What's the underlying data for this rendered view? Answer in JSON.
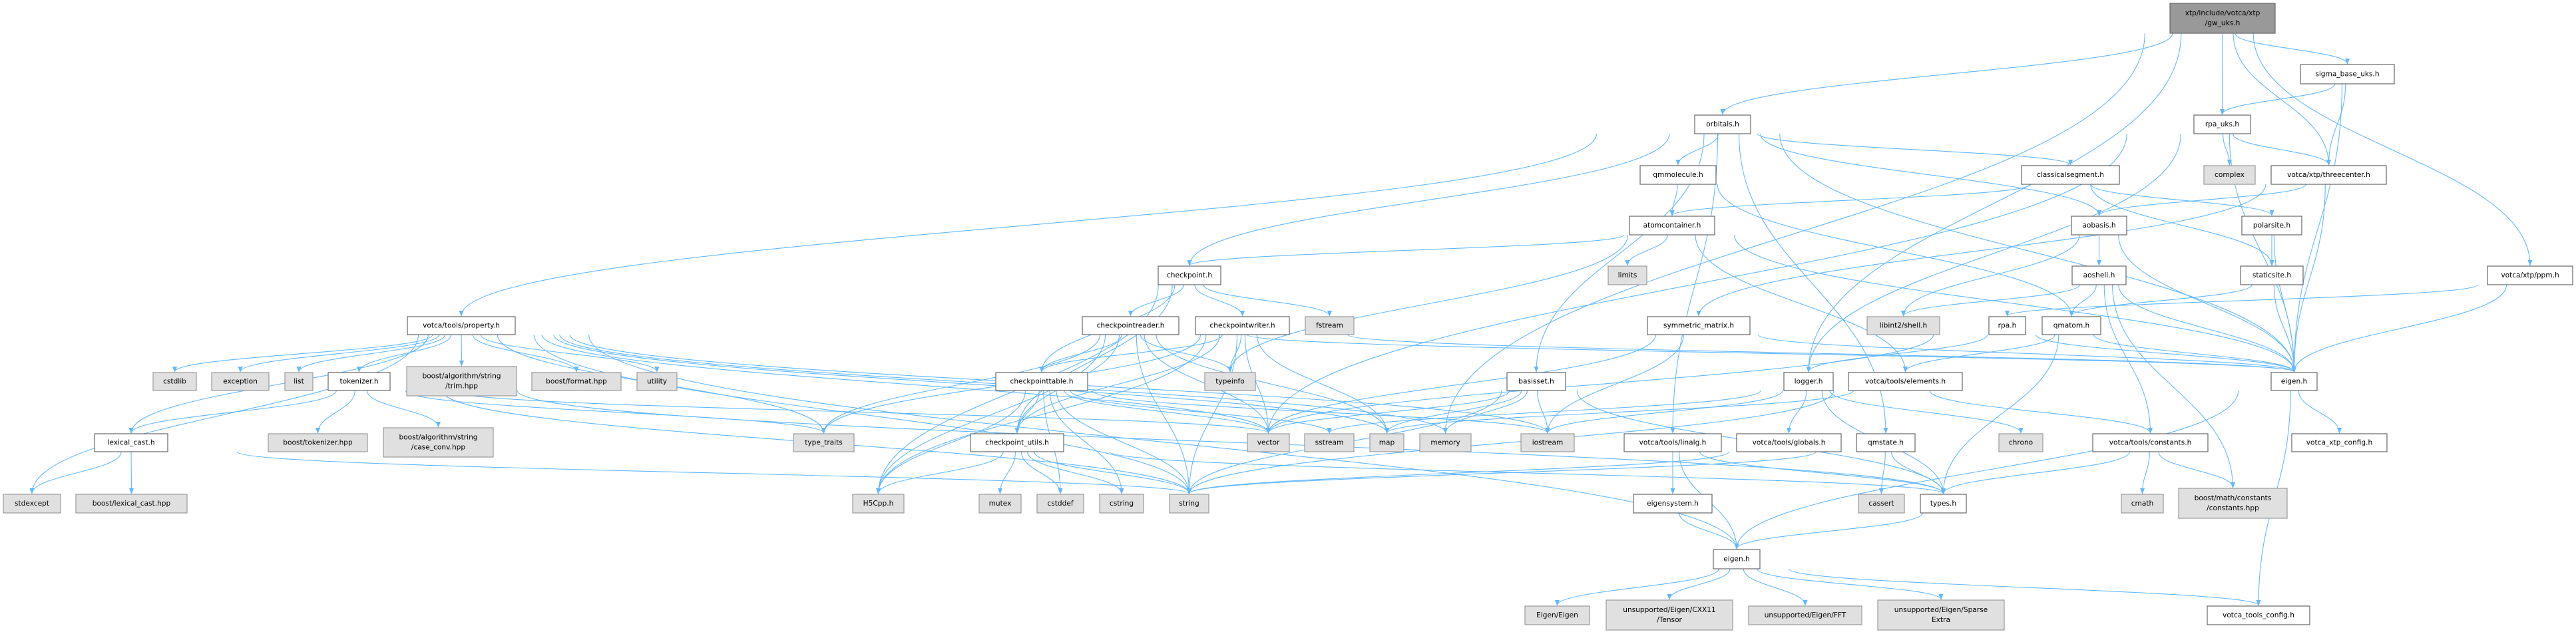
{
  "graph": {
    "type": "include-dependency-graph",
    "colors": {
      "edge": "#63b8ff",
      "root_fill": "#999999",
      "external_fill": "#e0e0e0",
      "internal_fill": "#ffffff"
    }
  },
  "nodes": [
    {
      "id": "gw_uks",
      "lines": [
        "xtp/include/votca/xtp",
        "/gw_uks.h"
      ],
      "kind": "root"
    },
    {
      "id": "sigma_base_uks",
      "lines": [
        "sigma_base_uks.h"
      ],
      "kind": "internal"
    },
    {
      "id": "orbitals",
      "lines": [
        "orbitals.h"
      ],
      "kind": "internal"
    },
    {
      "id": "rpa_uks",
      "lines": [
        "rpa_uks.h"
      ],
      "kind": "internal"
    },
    {
      "id": "qmmolecule",
      "lines": [
        "qmmolecule.h"
      ],
      "kind": "internal"
    },
    {
      "id": "classicalsegment",
      "lines": [
        "classicalsegment.h"
      ],
      "kind": "internal"
    },
    {
      "id": "complex",
      "lines": [
        "complex"
      ],
      "kind": "external"
    },
    {
      "id": "threecenter",
      "lines": [
        "votca/xtp/threecenter.h"
      ],
      "kind": "internal"
    },
    {
      "id": "atomcontainer",
      "lines": [
        "atomcontainer.h"
      ],
      "kind": "internal"
    },
    {
      "id": "aobasis",
      "lines": [
        "aobasis.h"
      ],
      "kind": "internal"
    },
    {
      "id": "polarsite",
      "lines": [
        "polarsite.h"
      ],
      "kind": "internal"
    },
    {
      "id": "limits",
      "lines": [
        "limits"
      ],
      "kind": "external"
    },
    {
      "id": "checkpoint",
      "lines": [
        "checkpoint.h"
      ],
      "kind": "internal"
    },
    {
      "id": "aoshell",
      "lines": [
        "aoshell.h"
      ],
      "kind": "internal"
    },
    {
      "id": "staticsite",
      "lines": [
        "staticsite.h"
      ],
      "kind": "internal"
    },
    {
      "id": "ppm",
      "lines": [
        "votca/xtp/ppm.h"
      ],
      "kind": "internal"
    },
    {
      "id": "property",
      "lines": [
        "votca/tools/property.h"
      ],
      "kind": "internal"
    },
    {
      "id": "checkpointreader",
      "lines": [
        "checkpointreader.h"
      ],
      "kind": "internal"
    },
    {
      "id": "checkpointwriter",
      "lines": [
        "checkpointwriter.h"
      ],
      "kind": "internal"
    },
    {
      "id": "fstream",
      "lines": [
        "fstream"
      ],
      "kind": "external"
    },
    {
      "id": "symmetric_matrix",
      "lines": [
        "symmetric_matrix.h"
      ],
      "kind": "internal"
    },
    {
      "id": "libint2",
      "lines": [
        "libint2/shell.h"
      ],
      "kind": "external"
    },
    {
      "id": "rpa",
      "lines": [
        "rpa.h"
      ],
      "kind": "internal"
    },
    {
      "id": "qmatom",
      "lines": [
        "qmatom.h"
      ],
      "kind": "internal"
    },
    {
      "id": "cstdlib",
      "lines": [
        "cstdlib"
      ],
      "kind": "external"
    },
    {
      "id": "exception",
      "lines": [
        "exception"
      ],
      "kind": "external"
    },
    {
      "id": "list",
      "lines": [
        "list"
      ],
      "kind": "external"
    },
    {
      "id": "tokenizer",
      "lines": [
        "tokenizer.h"
      ],
      "kind": "internal"
    },
    {
      "id": "trim",
      "lines": [
        "boost/algorithm/string",
        "/trim.hpp"
      ],
      "kind": "external"
    },
    {
      "id": "format",
      "lines": [
        "boost/format.hpp"
      ],
      "kind": "external"
    },
    {
      "id": "utility",
      "lines": [
        "utility"
      ],
      "kind": "external"
    },
    {
      "id": "checkpointtable",
      "lines": [
        "checkpointtable.h"
      ],
      "kind": "internal"
    },
    {
      "id": "typeinfo",
      "lines": [
        "typeinfo"
      ],
      "kind": "external"
    },
    {
      "id": "basisset",
      "lines": [
        "basisset.h"
      ],
      "kind": "internal"
    },
    {
      "id": "logger",
      "lines": [
        "logger.h"
      ],
      "kind": "internal"
    },
    {
      "id": "elements",
      "lines": [
        "votca/tools/elements.h"
      ],
      "kind": "internal"
    },
    {
      "id": "eigen_xtp",
      "lines": [
        "eigen.h"
      ],
      "kind": "internal"
    },
    {
      "id": "lexical_cast",
      "lines": [
        "lexical_cast.h"
      ],
      "kind": "internal"
    },
    {
      "id": "boost_tokenizer",
      "lines": [
        "boost/tokenizer.hpp"
      ],
      "kind": "external"
    },
    {
      "id": "case_conv",
      "lines": [
        "boost/algorithm/string",
        "/case_conv.hpp"
      ],
      "kind": "external"
    },
    {
      "id": "type_traits",
      "lines": [
        "type_traits"
      ],
      "kind": "external"
    },
    {
      "id": "checkpoint_utils",
      "lines": [
        "checkpoint_utils.h"
      ],
      "kind": "internal"
    },
    {
      "id": "vector",
      "lines": [
        "vector"
      ],
      "kind": "external"
    },
    {
      "id": "sstream",
      "lines": [
        "sstream"
      ],
      "kind": "external"
    },
    {
      "id": "map",
      "lines": [
        "map"
      ],
      "kind": "external"
    },
    {
      "id": "memory",
      "lines": [
        "memory"
      ],
      "kind": "external"
    },
    {
      "id": "iostream",
      "lines": [
        "iostream"
      ],
      "kind": "external"
    },
    {
      "id": "linalg",
      "lines": [
        "votca/tools/linalg.h"
      ],
      "kind": "internal"
    },
    {
      "id": "globals",
      "lines": [
        "votca/tools/globals.h"
      ],
      "kind": "internal"
    },
    {
      "id": "qmstate",
      "lines": [
        "qmstate.h"
      ],
      "kind": "internal"
    },
    {
      "id": "chrono",
      "lines": [
        "chrono"
      ],
      "kind": "external"
    },
    {
      "id": "constants",
      "lines": [
        "votca/tools/constants.h"
      ],
      "kind": "internal"
    },
    {
      "id": "xtp_config",
      "lines": [
        "votca_xtp_config.h"
      ],
      "kind": "internal"
    },
    {
      "id": "stdexcept",
      "lines": [
        "stdexcept"
      ],
      "kind": "external"
    },
    {
      "id": "boost_lexical_cast",
      "lines": [
        "boost/lexical_cast.hpp"
      ],
      "kind": "external"
    },
    {
      "id": "h5cpp",
      "lines": [
        "H5Cpp.h"
      ],
      "kind": "external"
    },
    {
      "id": "mutex",
      "lines": [
        "mutex"
      ],
      "kind": "external"
    },
    {
      "id": "cstddef",
      "lines": [
        "cstddef"
      ],
      "kind": "external"
    },
    {
      "id": "cstring",
      "lines": [
        "cstring"
      ],
      "kind": "external"
    },
    {
      "id": "string",
      "lines": [
        "string"
      ],
      "kind": "external"
    },
    {
      "id": "eigensystem",
      "lines": [
        "eigensystem.h"
      ],
      "kind": "internal"
    },
    {
      "id": "cassert",
      "lines": [
        "cassert"
      ],
      "kind": "external"
    },
    {
      "id": "types",
      "lines": [
        "types.h"
      ],
      "kind": "internal"
    },
    {
      "id": "cmath",
      "lines": [
        "cmath"
      ],
      "kind": "external"
    },
    {
      "id": "boost_math",
      "lines": [
        "boost/math/constants",
        "/constants.hpp"
      ],
      "kind": "external"
    },
    {
      "id": "eigen_tools",
      "lines": [
        "eigen.h"
      ],
      "kind": "internal"
    },
    {
      "id": "eigen_eigen",
      "lines": [
        "Eigen/Eigen"
      ],
      "kind": "external"
    },
    {
      "id": "tensor",
      "lines": [
        "unsupported/Eigen/CXX11",
        "/Tensor"
      ],
      "kind": "external"
    },
    {
      "id": "fft",
      "lines": [
        "unsupported/Eigen/FFT"
      ],
      "kind": "external"
    },
    {
      "id": "sparse",
      "lines": [
        "unsupported/Eigen/Sparse",
        "Extra"
      ],
      "kind": "external"
    },
    {
      "id": "tools_config",
      "lines": [
        "votca_tools_config.h"
      ],
      "kind": "internal"
    }
  ],
  "edges": [
    [
      "gw_uks",
      "orbitals"
    ],
    [
      "gw_uks",
      "rpa_uks"
    ],
    [
      "gw_uks",
      "sigma_base_uks"
    ],
    [
      "gw_uks",
      "threecenter"
    ],
    [
      "gw_uks",
      "ppm"
    ],
    [
      "gw_uks",
      "logger"
    ],
    [
      "gw_uks",
      "memory"
    ],
    [
      "sigma_base_uks",
      "rpa_uks"
    ],
    [
      "sigma_base_uks",
      "threecenter"
    ],
    [
      "sigma_base_uks",
      "eigen_xtp"
    ],
    [
      "rpa_uks",
      "complex"
    ],
    [
      "rpa_uks",
      "threecenter"
    ],
    [
      "rpa_uks",
      "eigen_xtp"
    ],
    [
      "rpa_uks",
      "logger"
    ],
    [
      "rpa_uks",
      "vector"
    ],
    [
      "orbitals",
      "qmmolecule"
    ],
    [
      "orbitals",
      "classicalsegment"
    ],
    [
      "orbitals",
      "aobasis"
    ],
    [
      "orbitals",
      "checkpoint"
    ],
    [
      "orbitals",
      "property"
    ],
    [
      "orbitals",
      "eigen_xtp"
    ],
    [
      "orbitals",
      "basisset"
    ],
    [
      "orbitals",
      "qmstate"
    ],
    [
      "orbitals",
      "linalg"
    ],
    [
      "qmmolecule",
      "atomcontainer"
    ],
    [
      "qmmolecule",
      "qmatom"
    ],
    [
      "classicalsegment",
      "atomcontainer"
    ],
    [
      "classicalsegment",
      "polarsite"
    ],
    [
      "classicalsegment",
      "staticsite"
    ],
    [
      "atomcontainer",
      "checkpoint"
    ],
    [
      "atomcontainer",
      "limits"
    ],
    [
      "atomcontainer",
      "eigen_xtp"
    ],
    [
      "atomcontainer",
      "typeinfo"
    ],
    [
      "atomcontainer",
      "elements"
    ],
    [
      "threecenter",
      "aobasis"
    ],
    [
      "threecenter",
      "symmetric_matrix"
    ],
    [
      "threecenter",
      "eigen_xtp"
    ],
    [
      "aobasis",
      "aoshell"
    ],
    [
      "aobasis",
      "libint2"
    ],
    [
      "aobasis",
      "eigen_xtp"
    ],
    [
      "aoshell",
      "libint2"
    ],
    [
      "aoshell",
      "qmatom"
    ],
    [
      "aoshell",
      "eigen_xtp"
    ],
    [
      "aoshell",
      "constants"
    ],
    [
      "aoshell",
      "boost_math"
    ],
    [
      "polarsite",
      "staticsite"
    ],
    [
      "polarsite",
      "eigen_xtp"
    ],
    [
      "staticsite",
      "qmatom"
    ],
    [
      "staticsite",
      "eigen_xtp"
    ],
    [
      "ppm",
      "rpa"
    ],
    [
      "ppm",
      "eigen_xtp"
    ],
    [
      "rpa",
      "eigen_xtp"
    ],
    [
      "rpa",
      "logger"
    ],
    [
      "rpa",
      "vector"
    ],
    [
      "qmatom",
      "elements"
    ],
    [
      "qmatom",
      "types"
    ],
    [
      "qmatom",
      "eigen_xtp"
    ],
    [
      "checkpoint",
      "checkpointreader"
    ],
    [
      "checkpoint",
      "checkpointwriter"
    ],
    [
      "checkpoint",
      "checkpointtable"
    ],
    [
      "checkpoint",
      "checkpoint_utils"
    ],
    [
      "checkpoint",
      "fstream"
    ],
    [
      "checkpoint",
      "h5cpp"
    ],
    [
      "checkpointreader",
      "checkpointtable"
    ],
    [
      "checkpointreader",
      "checkpoint_utils"
    ],
    [
      "checkpointreader",
      "typeinfo"
    ],
    [
      "checkpointreader",
      "string"
    ],
    [
      "checkpointreader",
      "vector"
    ],
    [
      "checkpointreader",
      "map"
    ],
    [
      "checkpointreader",
      "h5cpp"
    ],
    [
      "checkpointreader",
      "type_traits"
    ],
    [
      "checkpointreader",
      "eigen_xtp"
    ],
    [
      "checkpointwriter",
      "checkpointtable"
    ],
    [
      "checkpointwriter",
      "checkpoint_utils"
    ],
    [
      "checkpointwriter",
      "typeinfo"
    ],
    [
      "checkpointwriter",
      "string"
    ],
    [
      "checkpointwriter",
      "vector"
    ],
    [
      "checkpointwriter",
      "map"
    ],
    [
      "checkpointwriter",
      "h5cpp"
    ],
    [
      "checkpointwriter",
      "type_traits"
    ],
    [
      "checkpointwriter",
      "eigen_xtp"
    ],
    [
      "checkpointtable",
      "checkpoint_utils"
    ],
    [
      "checkpointtable",
      "h5cpp"
    ],
    [
      "checkpointtable",
      "cstddef"
    ],
    [
      "checkpointtable",
      "cstring"
    ],
    [
      "checkpointtable",
      "string"
    ],
    [
      "checkpointtable",
      "vector"
    ],
    [
      "checkpointtable",
      "sstream"
    ],
    [
      "checkpointtable",
      "iostream"
    ],
    [
      "checkpoint_utils",
      "h5cpp"
    ],
    [
      "checkpoint_utils",
      "mutex"
    ],
    [
      "checkpoint_utils",
      "cstddef"
    ],
    [
      "checkpoint_utils",
      "cstring"
    ],
    [
      "checkpoint_utils",
      "string"
    ],
    [
      "checkpoint_utils",
      "types"
    ],
    [
      "symmetric_matrix",
      "eigen_xtp"
    ],
    [
      "symmetric_matrix",
      "iostream"
    ],
    [
      "symmetric_matrix",
      "vector"
    ],
    [
      "basisset",
      "map"
    ],
    [
      "basisset",
      "memory"
    ],
    [
      "basisset",
      "iostream"
    ],
    [
      "basisset",
      "string"
    ],
    [
      "basisset",
      "vector"
    ],
    [
      "basisset",
      "types"
    ],
    [
      "logger",
      "globals"
    ],
    [
      "logger",
      "chrono"
    ],
    [
      "logger",
      "iostream"
    ],
    [
      "logger",
      "sstream"
    ],
    [
      "logger",
      "types"
    ],
    [
      "elements",
      "map"
    ],
    [
      "elements",
      "string"
    ],
    [
      "elements",
      "constants"
    ],
    [
      "globals",
      "string"
    ],
    [
      "linalg",
      "eigensystem"
    ],
    [
      "linalg",
      "eigen_tools"
    ],
    [
      "linalg",
      "types"
    ],
    [
      "eigensystem",
      "eigen_tools"
    ],
    [
      "qmstate",
      "cassert"
    ],
    [
      "qmstate",
      "types"
    ],
    [
      "qmstate",
      "string"
    ],
    [
      "types",
      "eigen_tools"
    ],
    [
      "constants",
      "cmath"
    ],
    [
      "constants",
      "boost_math"
    ],
    [
      "constants",
      "types"
    ],
    [
      "eigen_xtp",
      "xtp_config"
    ],
    [
      "eigen_xtp",
      "eigen_tools"
    ],
    [
      "eigen_xtp",
      "tools_config"
    ],
    [
      "eigen_tools",
      "eigen_eigen"
    ],
    [
      "eigen_tools",
      "tensor"
    ],
    [
      "eigen_tools",
      "fft"
    ],
    [
      "eigen_tools",
      "sparse"
    ],
    [
      "eigen_tools",
      "tools_config"
    ],
    [
      "property",
      "cstdlib"
    ],
    [
      "property",
      "exception"
    ],
    [
      "property",
      "list"
    ],
    [
      "property",
      "tokenizer"
    ],
    [
      "property",
      "trim"
    ],
    [
      "property",
      "format"
    ],
    [
      "property",
      "utility"
    ],
    [
      "property",
      "lexical_cast"
    ],
    [
      "property",
      "stdexcept"
    ],
    [
      "property",
      "map"
    ],
    [
      "property",
      "string"
    ],
    [
      "property",
      "vector"
    ],
    [
      "property",
      "iostream"
    ],
    [
      "property",
      "eigen_tools"
    ],
    [
      "property",
      "type_traits"
    ],
    [
      "property",
      "memory"
    ],
    [
      "tokenizer",
      "lexical_cast"
    ],
    [
      "tokenizer",
      "boost_tokenizer"
    ],
    [
      "tokenizer",
      "case_conv"
    ],
    [
      "tokenizer",
      "type_traits"
    ],
    [
      "tokenizer",
      "string"
    ],
    [
      "tokenizer",
      "vector"
    ],
    [
      "tokenizer",
      "types"
    ],
    [
      "lexical_cast",
      "stdexcept"
    ],
    [
      "lexical_cast",
      "boost_lexical_cast"
    ],
    [
      "lexical_cast",
      "string"
    ]
  ]
}
